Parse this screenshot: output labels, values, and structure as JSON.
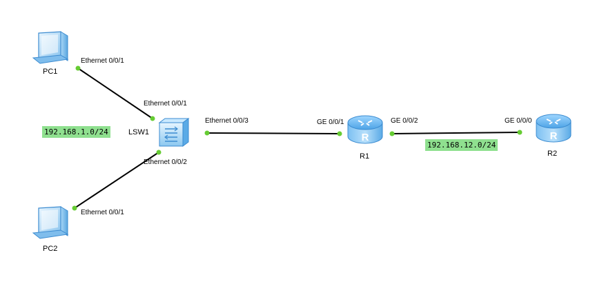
{
  "devices": {
    "pc1": {
      "label": "PC1",
      "icon": "pc-icon"
    },
    "pc2": {
      "label": "PC2",
      "icon": "pc-icon"
    },
    "lsw1": {
      "label": "LSW1",
      "icon": "switch-icon"
    },
    "r1": {
      "label": "R1",
      "icon": "router-icon"
    },
    "r2": {
      "label": "R2",
      "icon": "router-icon"
    }
  },
  "ports": {
    "pc1_eth": "Ethernet 0/0/1",
    "lsw1_eth1": "Ethernet 0/0/1",
    "lsw1_eth2": "Ethernet 0/0/2",
    "pc2_eth": "Ethernet 0/0/1",
    "lsw1_eth3": "Ethernet 0/0/3",
    "r1_ge1": "GE 0/0/1",
    "r1_ge2": "GE 0/0/2",
    "r2_ge0": "GE 0/0/0"
  },
  "networks": {
    "lan": "192.168.1.0/24",
    "wan": "192.168.12.0/24"
  },
  "colors": {
    "link": "#000000",
    "port_dot": "#66cc33",
    "network_tag": "#8fe08f"
  }
}
